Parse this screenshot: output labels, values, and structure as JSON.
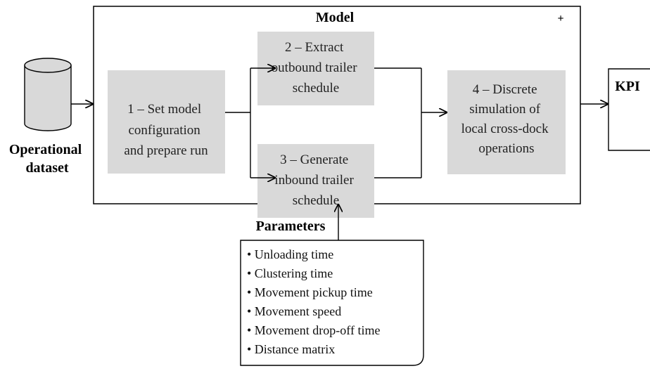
{
  "model": {
    "title": "Model",
    "plus": "+"
  },
  "steps": [
    {
      "lines": [
        "1 – Set model",
        "configuration",
        "and prepare run"
      ]
    },
    {
      "lines": [
        "2 – Extract",
        "outbound trailer",
        "schedule"
      ]
    },
    {
      "lines": [
        "3 – Generate",
        "inbound trailer",
        "schedule"
      ]
    },
    {
      "lines": [
        "4 – Discrete",
        "simulation of",
        "local cross-dock",
        "operations"
      ]
    }
  ],
  "dataset": {
    "lines": [
      "Operational",
      "dataset"
    ]
  },
  "kpi": {
    "label": "KPI"
  },
  "parameters": {
    "title": "Parameters",
    "items": [
      "• Unloading time",
      "• Clustering time",
      "• Movement pickup time",
      "• Movement speed",
      "• Movement drop-off time",
      "• Distance matrix"
    ]
  },
  "colors": {
    "step_fill": "#d9d9d9",
    "line": "#000000",
    "background": "#ffffff"
  }
}
